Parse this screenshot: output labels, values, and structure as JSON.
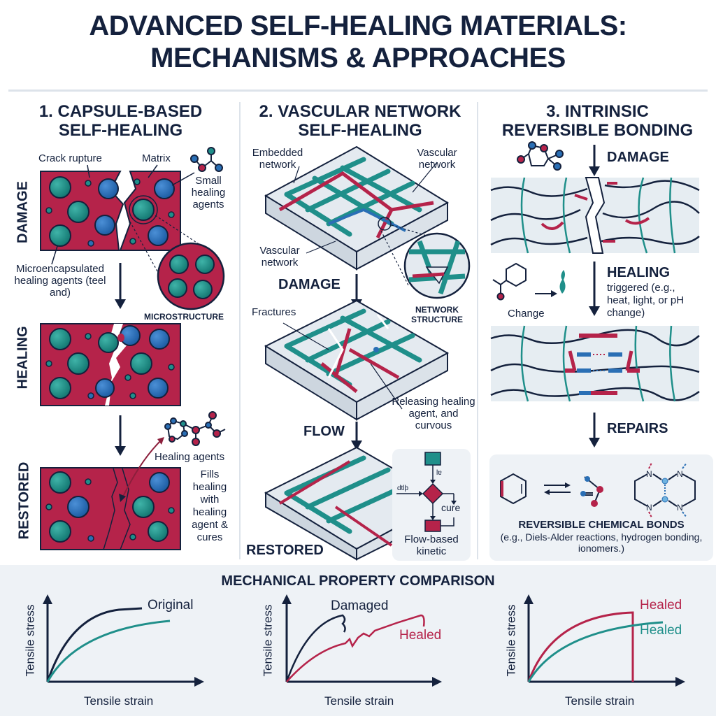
{
  "title": {
    "line1": "ADVANCED SELF-HEALING MATERIALS:",
    "line2": "MECHANISMS & APPROACHES"
  },
  "colors": {
    "navy": "#14213d",
    "crimson": "#b5234a",
    "teal": "#1f8f8a",
    "blue": "#2a6fb5",
    "panel_bg": "#eef2f6"
  },
  "sections": [
    {
      "title_line1": "1. CAPSULE-BASED",
      "title_line2": "SELF-HEALING",
      "stages": [
        "DAMAGE",
        "HEALING",
        "RESTORED"
      ],
      "labels": {
        "crack_rupture": "Crack  rupture",
        "matrix": "Matrix",
        "small_agents": "Small healing agents",
        "microencapsulated": "Microencapsulated healing agents (teel and)",
        "microstructure": "MICROSTRUCTURE",
        "healing_agents": "Healing agents",
        "fills": "Fills healing with healing agent & cures"
      }
    },
    {
      "title_line1": "2. VASCULAR NETWORK",
      "title_line2": "SELF-HEALING",
      "stages": [
        "DAMAGE",
        "FLOW",
        "RESTORED"
      ],
      "labels": {
        "embedded": "Embedded network",
        "vascular_top": "Vascular network",
        "vascular_side": "Vascular network",
        "network_structure": "NETWORK STRUCTURE",
        "fractures": "Fractures",
        "releasing": "Releasing healing agent, and curvous",
        "flow_input": "dtlþ",
        "flow_step": "lɐ",
        "cure": "cure",
        "flow_caption": "Flow-based kinetic"
      }
    },
    {
      "title_line1": "3. INTRINSIC",
      "title_line2": "REVERSIBLE BONDING",
      "stages": [
        "DAMAGE",
        "HEALING",
        "REPAIRS"
      ],
      "labels": {
        "trigger": "triggered (e.g., heat, light, or pH change)",
        "change": "Change",
        "bonds_title": "REVERSIBLE CHEMICAL BONDS",
        "bonds_desc": "(e.g., Diels-Alder reactions, hydrogen bonding, ionomers.)"
      }
    }
  ],
  "comparison": {
    "title": "MECHANICAL PROPERTY COMPARISON"
  },
  "chart_data": [
    {
      "type": "line",
      "title": "",
      "xlabel": "Tensile strain",
      "ylabel": "Tensile stress",
      "x": [
        0,
        0.1,
        0.2,
        0.3,
        0.4,
        0.5,
        0.6,
        0.7,
        0.8
      ],
      "series": [
        {
          "name": "Original",
          "color": "#14213d",
          "values": [
            0,
            0.55,
            0.75,
            0.85,
            0.9,
            0.92,
            0.93,
            null,
            null
          ]
        },
        {
          "name": "(unlabeled teal)",
          "color": "#1f8f8a",
          "values": [
            0,
            0.35,
            0.52,
            0.62,
            0.68,
            0.72,
            0.75,
            0.77,
            0.78
          ]
        }
      ],
      "grid": false
    },
    {
      "type": "line",
      "title": "",
      "xlabel": "Tensile strain",
      "ylabel": "Tensile stress",
      "x": [
        0,
        0.1,
        0.2,
        0.3,
        0.4,
        0.5,
        0.6,
        0.7,
        0.8
      ],
      "series": [
        {
          "name": "Damaged",
          "color": "#14213d",
          "values": [
            0,
            0.5,
            0.72,
            0.82,
            0.7,
            null,
            null,
            null,
            null
          ]
        },
        {
          "name": "Healed",
          "color": "#b5234a",
          "values": [
            0,
            0.28,
            0.42,
            0.52,
            0.55,
            0.62,
            0.7,
            0.8,
            0.75
          ]
        }
      ],
      "grid": false
    },
    {
      "type": "line",
      "title": "",
      "xlabel": "Tensile strain",
      "ylabel": "Tensile stress",
      "x": [
        0,
        0.1,
        0.2,
        0.3,
        0.4,
        0.5,
        0.6,
        0.7,
        0.8
      ],
      "series": [
        {
          "name": "Healed",
          "color": "#b5234a",
          "values": [
            0,
            0.55,
            0.72,
            0.8,
            0.85,
            0.87,
            0.88,
            0.0,
            null
          ]
        },
        {
          "name": "Healed",
          "color": "#1f8f8a",
          "values": [
            0,
            0.42,
            0.58,
            0.67,
            0.72,
            0.75,
            0.77,
            0.78,
            0.79
          ]
        }
      ],
      "grid": false
    }
  ]
}
